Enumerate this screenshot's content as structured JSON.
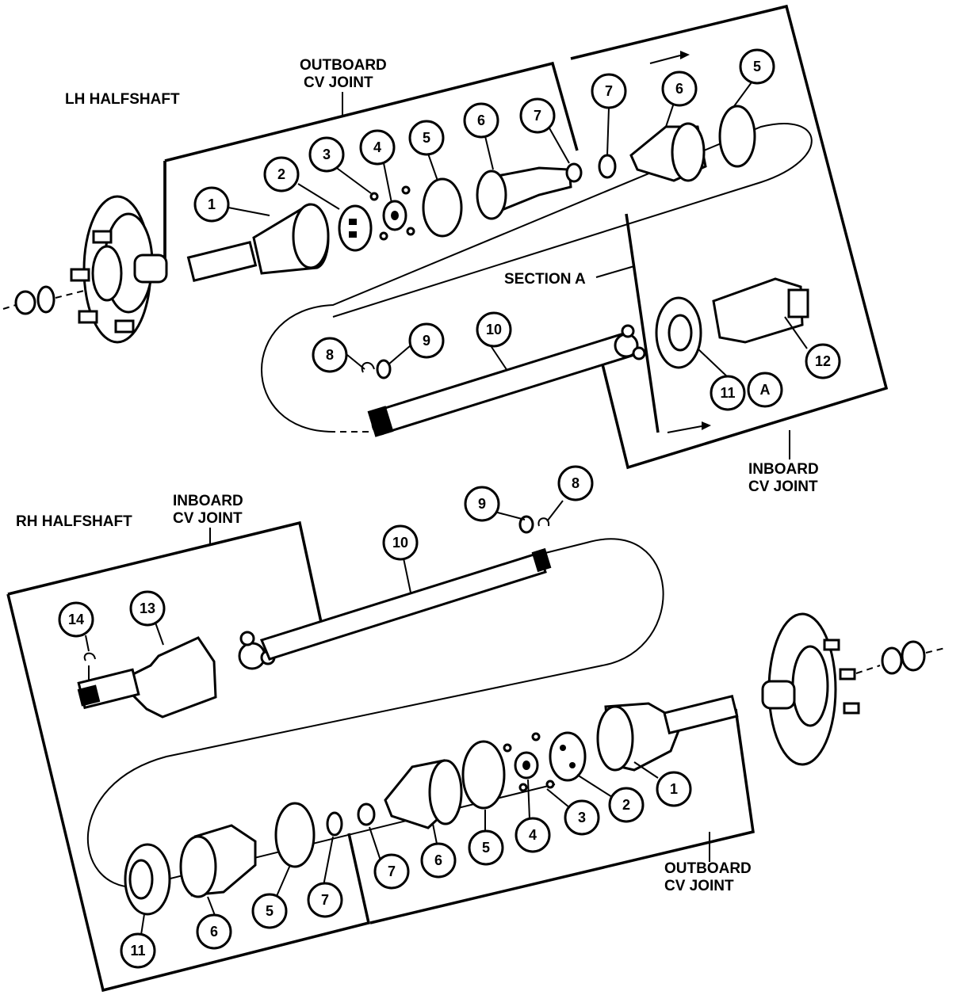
{
  "labels": {
    "lh_halfshaft": "LH HALFSHAFT",
    "rh_halfshaft": "RH HALFSHAFT",
    "outboard_cv_joint_line1": "OUTBOARD",
    "outboard_cv_joint_line2": "CV JOINT",
    "inboard_cv_joint_line1": "INBOARD",
    "inboard_cv_joint_line2": "CV JOINT",
    "section_a": "SECTION A",
    "section_a_letter": "A"
  },
  "callouts": {
    "lh": {
      "c1": "1",
      "c2": "2",
      "c3": "3",
      "c4": "4",
      "c5": "5",
      "c6": "6",
      "c7": "7",
      "c7b": "7",
      "c6b": "6",
      "c5b": "5",
      "c8": "8",
      "c9": "9",
      "c10": "10",
      "c11": "11",
      "c12": "12"
    },
    "rh": {
      "c1": "1",
      "c2": "2",
      "c3": "3",
      "c4": "4",
      "c5": "5",
      "c6": "6",
      "c7": "7",
      "c7b": "7",
      "c5b": "5",
      "c6b": "6",
      "c8": "8",
      "c9": "9",
      "c10": "10",
      "c11": "11",
      "c13": "13",
      "c14": "14"
    }
  }
}
